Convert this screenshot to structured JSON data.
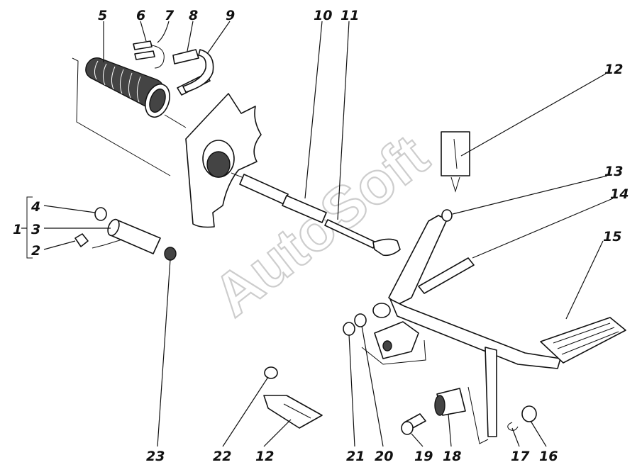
{
  "watermark": "AutoSoft",
  "callouts": [
    {
      "id": "c1",
      "label": "1"
    },
    {
      "id": "c2",
      "label": "2"
    },
    {
      "id": "c3",
      "label": "3"
    },
    {
      "id": "c4",
      "label": "4"
    },
    {
      "id": "c5",
      "label": "5"
    },
    {
      "id": "c6",
      "label": "6"
    },
    {
      "id": "c7",
      "label": "7"
    },
    {
      "id": "c8",
      "label": "8"
    },
    {
      "id": "c9",
      "label": "9"
    },
    {
      "id": "c10",
      "label": "10"
    },
    {
      "id": "c11",
      "label": "11"
    },
    {
      "id": "c12a",
      "label": "12"
    },
    {
      "id": "c13",
      "label": "13"
    },
    {
      "id": "c14",
      "label": "14"
    },
    {
      "id": "c15",
      "label": "15"
    },
    {
      "id": "c16",
      "label": "16"
    },
    {
      "id": "c17",
      "label": "17"
    },
    {
      "id": "c18",
      "label": "18"
    },
    {
      "id": "c19",
      "label": "19"
    },
    {
      "id": "c20",
      "label": "20"
    },
    {
      "id": "c21",
      "label": "21"
    },
    {
      "id": "c12b",
      "label": "12"
    },
    {
      "id": "c22",
      "label": "22"
    },
    {
      "id": "c23",
      "label": "23"
    }
  ]
}
